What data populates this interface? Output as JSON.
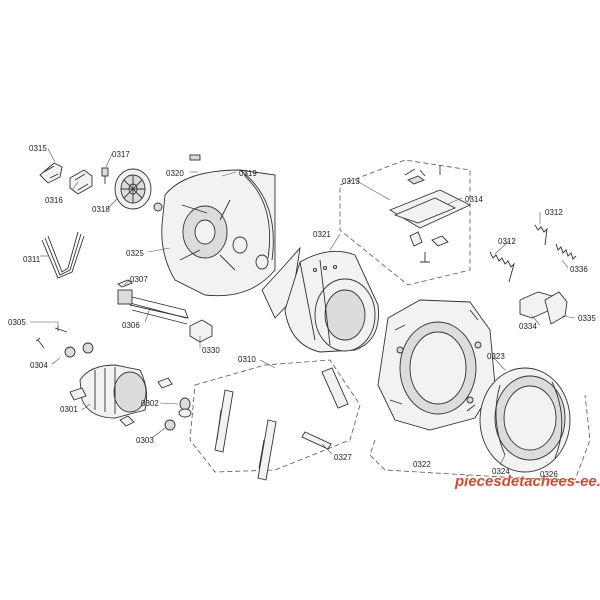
{
  "part_labels": [
    {
      "id": "l0315",
      "text": "0315"
    },
    {
      "id": "l0316",
      "text": "0316"
    },
    {
      "id": "l0317",
      "text": "0317"
    },
    {
      "id": "l0318",
      "text": "0318"
    },
    {
      "id": "l0320",
      "text": "0320"
    },
    {
      "id": "l0319",
      "text": "0319"
    },
    {
      "id": "l0313",
      "text": "0313"
    },
    {
      "id": "l0314",
      "text": "0314"
    },
    {
      "id": "l0312a",
      "text": "0312"
    },
    {
      "id": "l0312b",
      "text": "0312"
    },
    {
      "id": "l0336",
      "text": "0336"
    },
    {
      "id": "l0311",
      "text": "0311"
    },
    {
      "id": "l0325",
      "text": "0325"
    },
    {
      "id": "l0321",
      "text": "0321"
    },
    {
      "id": "l0307",
      "text": "0307"
    },
    {
      "id": "l0306",
      "text": "0306"
    },
    {
      "id": "l0330",
      "text": "0330"
    },
    {
      "id": "l0305",
      "text": "0305"
    },
    {
      "id": "l0304",
      "text": "0304"
    },
    {
      "id": "l0301",
      "text": "0301"
    },
    {
      "id": "l0302",
      "text": "0302"
    },
    {
      "id": "l0303",
      "text": "0303"
    },
    {
      "id": "l0310",
      "text": "0310"
    },
    {
      "id": "l0327",
      "text": "0327"
    },
    {
      "id": "l0334",
      "text": "0334"
    },
    {
      "id": "l0335",
      "text": "0335"
    },
    {
      "id": "l0323",
      "text": "0323"
    },
    {
      "id": "l0322",
      "text": "0322"
    },
    {
      "id": "l0324",
      "text": "0324"
    },
    {
      "id": "l0326",
      "text": "0326"
    }
  ],
  "watermark": "piecesdetachees-ee.com"
}
